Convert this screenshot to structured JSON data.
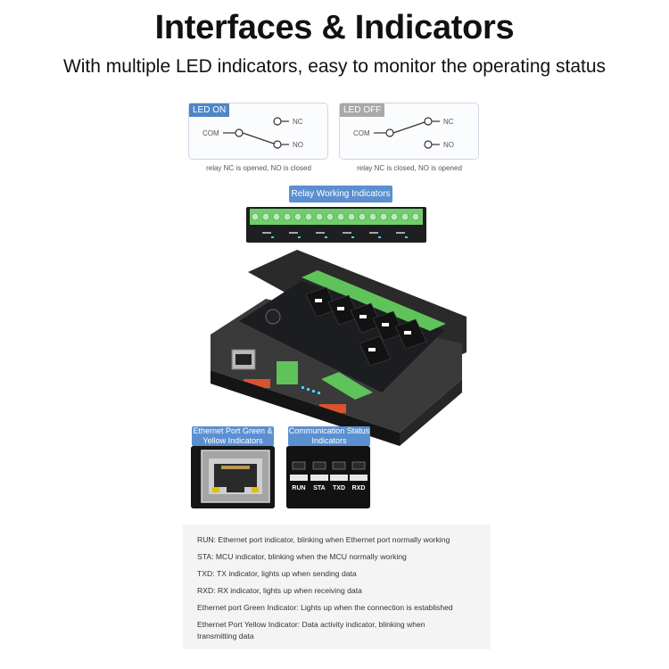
{
  "header": {
    "title": "Interfaces & Indicators",
    "subtitle": "With multiple LED indicators, easy to monitor the operating status"
  },
  "led_on": {
    "tag": "LED ON",
    "com": "COM",
    "nc": "NC",
    "no": "NO",
    "caption": "relay NC is opened, NO is closed"
  },
  "led_off": {
    "tag": "LED OFF",
    "com": "COM",
    "nc": "NC",
    "no": "NO",
    "caption": "relay NC is closed, NO is opened"
  },
  "labels": {
    "relay_working": "Relay Working Indicators",
    "ethernet_port": "Ethernet Port Green & Yellow Indicators",
    "communication": "Communication Status Indicators"
  },
  "status_leds": [
    "RUN",
    "STA",
    "TXD",
    "RXD"
  ],
  "legend": [
    {
      "key": "RUN:",
      "text": "Ethernet port indicator, blinking when Ethernet port normally working"
    },
    {
      "key": "STA:",
      "text": "MCU indicator, blinking when the MCU normally working"
    },
    {
      "key": "TXD:",
      "text": "TX indicator, lights up when sending data"
    },
    {
      "key": "RXD:",
      "text": "RX indicator, lights up when receiving data"
    },
    {
      "key": "Ethernet port Green Indicator:",
      "text": "Lights up when the connection is established"
    },
    {
      "key": "Ethernet Port Yellow Indicator:",
      "text": "Data activity indicator, blinking when"
    }
  ],
  "legend_continuation": "transmitting data",
  "colors": {
    "accent_blue": "#5b8fd0",
    "terminal_green": "#6fcf6a",
    "relay_black": "#141414",
    "legend_bg": "#f4f4f4"
  }
}
